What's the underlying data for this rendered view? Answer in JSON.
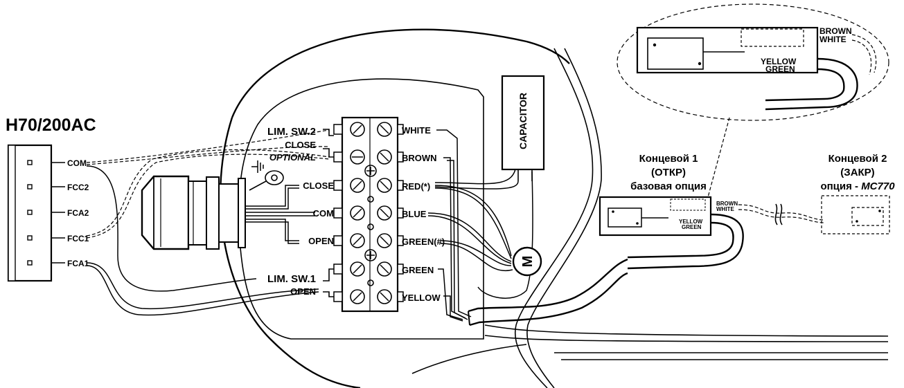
{
  "controller": {
    "title": "H70/200AC",
    "pins": [
      "COM",
      "FCC2",
      "FCA2",
      "FCC1",
      "FCA1"
    ]
  },
  "terminal_block": {
    "left_labels": {
      "lim_sw2": "LIM. SW.2",
      "close_a": "CLOSE",
      "optional": "OPTIONAL",
      "close_b": "CLOSE",
      "com": "COM",
      "open_a": "OPEN",
      "lim_sw1": "LIM. SW.1",
      "open_b": "OPEN"
    },
    "right_labels": [
      "WHITE",
      "BROWN",
      "RED(*)",
      "BLUE",
      "GREEN(#)",
      "GREEN",
      "YELLOW"
    ]
  },
  "capacitor": {
    "label": "CAPACITOR"
  },
  "motor": {
    "label": "M"
  },
  "switch1": {
    "line1": "Концевой 1",
    "line2": "(ОТКР)",
    "line3": "базовая опция",
    "wires": [
      "BROWN",
      "WHITE",
      "YELLOW",
      "GREEN"
    ]
  },
  "switch2": {
    "line1": "Концевой 2",
    "line2": "(ЗАКР)",
    "line3_prefix": "опция - ",
    "line3_model": "MC770"
  },
  "detail": {
    "wires": [
      "BROWN",
      "WHITE",
      "YELLOW",
      "GREEN"
    ]
  }
}
